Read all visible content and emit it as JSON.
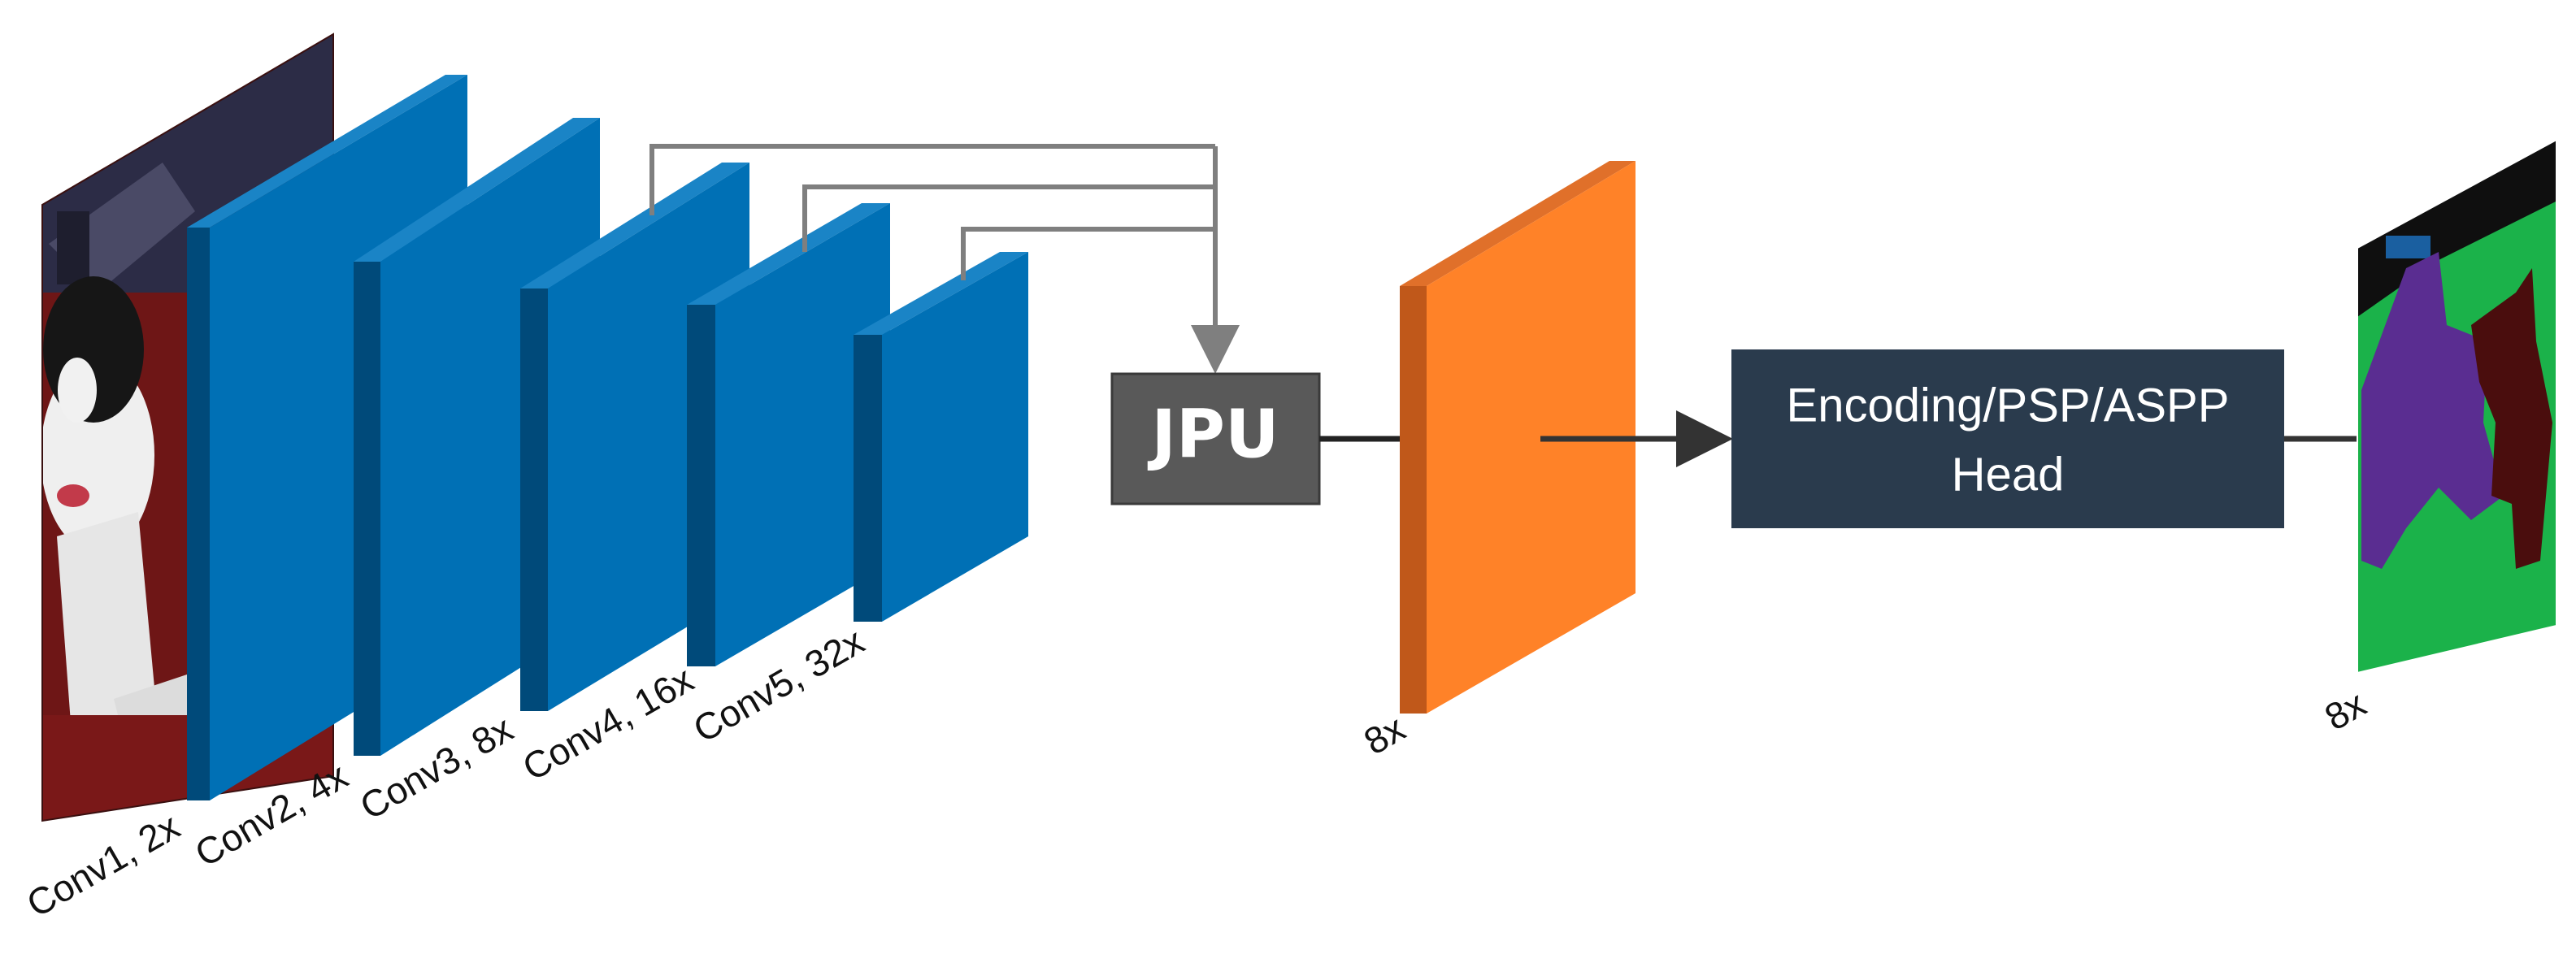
{
  "stages": [
    {
      "label": "Conv1, 2x"
    },
    {
      "label": "Conv2, 4x"
    },
    {
      "label": "Conv3, 8x"
    },
    {
      "label": "Conv4, 16x"
    },
    {
      "label": "Conv5, 32x"
    }
  ],
  "jpu": {
    "label": "JPU"
  },
  "feature_map": {
    "label": "8x"
  },
  "head": {
    "line1": "Encoding/PSP/ASPP",
    "line2": "Head"
  },
  "output": {
    "label": "8x"
  },
  "colors": {
    "block_front": "#0070b5",
    "block_side": "#004a7a",
    "block_top": "#1a84c6",
    "jpu_box": "#595959",
    "orange_front": "#ff8228",
    "orange_side": "#c0581a",
    "head_box": "#2a3b4d",
    "connector": "#7f7f7f",
    "arrow": "#333333",
    "seg_background": "#0f0f0f",
    "seg_ground": "#1bb24a",
    "seg_dog1": "#5a2d91",
    "seg_dog2": "#4a0d0d",
    "seg_sky_patch": "#1a5fa0"
  }
}
